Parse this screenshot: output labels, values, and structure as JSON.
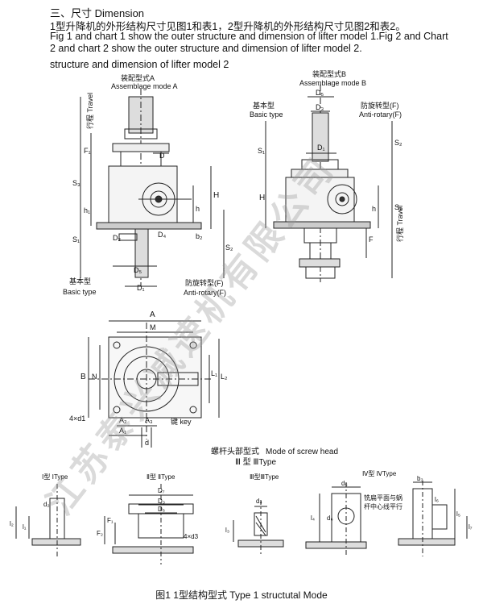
{
  "header": {
    "title": "三、尺寸   Dimension",
    "line_cn": "1型升降机的外形结构尺寸见图1和表1，2型升降机的外形结构尺寸见图2和表2。",
    "line_en1": "Fig 1 and chart 1 show the outer structure and dimension of lifter model 1.Fig 2 and Chart",
    "line_en2": "2 and chart 2 show the outer structure and dimension of lifter model 2.",
    "line_en3": "structure and dimension of lifter model 2"
  },
  "view_a": {
    "title_cn": "装配型式A",
    "title_en": "Assemblage mode A",
    "travel": "行程 Travel",
    "basic_cn": "基本型",
    "basic_en": "Basic type",
    "anti_cn": "防旋转型(F)",
    "anti_en": "Anti-rotary(F)",
    "dims": {
      "s3": "S₃",
      "f1": "F₁",
      "h1": "h₁",
      "s1": "S₁",
      "s2": "S₂",
      "H": "H",
      "h": "h",
      "D": "D",
      "D2": "D₂",
      "D4": "D₄",
      "D5": "D₅",
      "D1": "D₁",
      "b2": "b₂"
    }
  },
  "view_b": {
    "title_cn": "装配型式B",
    "title_en": "Assemblage mode B",
    "basic_cn": "基本型",
    "basic_en": "Basic type",
    "anti_cn": "防旋转型(F)",
    "anti_en": "Anti-rotary(F)",
    "travel": "行程 Travel",
    "dims": {
      "D5": "D₅",
      "D3": "D₃",
      "D1": "D₁",
      "s1": "S₁",
      "s2": "S₂",
      "s3": "S₃",
      "H": "H",
      "h": "h",
      "F": "F"
    }
  },
  "plan": {
    "dims": {
      "A": "A",
      "M": "M",
      "B": "B",
      "N": "N",
      "L1": "L₁",
      "L2": "L₂",
      "holes": "4×d1",
      "A2": "A₂",
      "A3": "A₃",
      "A1": "A₁",
      "d": "d",
      "key": "键 key"
    }
  },
  "screw_head": {
    "title_cn": "螺杆头部型式",
    "title_en": "Mode of screw head",
    "subtitle": "Ⅲ 型    ⅢType",
    "types": [
      {
        "label": "Ⅰ型  ⅠType",
        "dims": [
          "d₂",
          "l₂",
          "l₁"
        ]
      },
      {
        "label": "Ⅱ型  ⅡType",
        "dims": [
          "D₇",
          "D₃",
          "D₆",
          "F₁",
          "F₂",
          "4×d3"
        ]
      },
      {
        "label": "Ⅲ型ⅢType",
        "dims": [
          "d₄",
          "l₃"
        ]
      },
      {
        "label": "Ⅳ型  ⅣType",
        "dims": [
          "d₅",
          "d₆",
          "l₄",
          "铣扁平面与蜗",
          "杆中心线平行"
        ]
      },
      {
        "label": "",
        "dims": [
          "b₃",
          "l₆",
          "l₅",
          "l₇"
        ]
      }
    ]
  },
  "caption": "图1    1型结构型式    Type 1 structutal Mode",
  "watermark": "江苏泰兴减速机有限公司"
}
